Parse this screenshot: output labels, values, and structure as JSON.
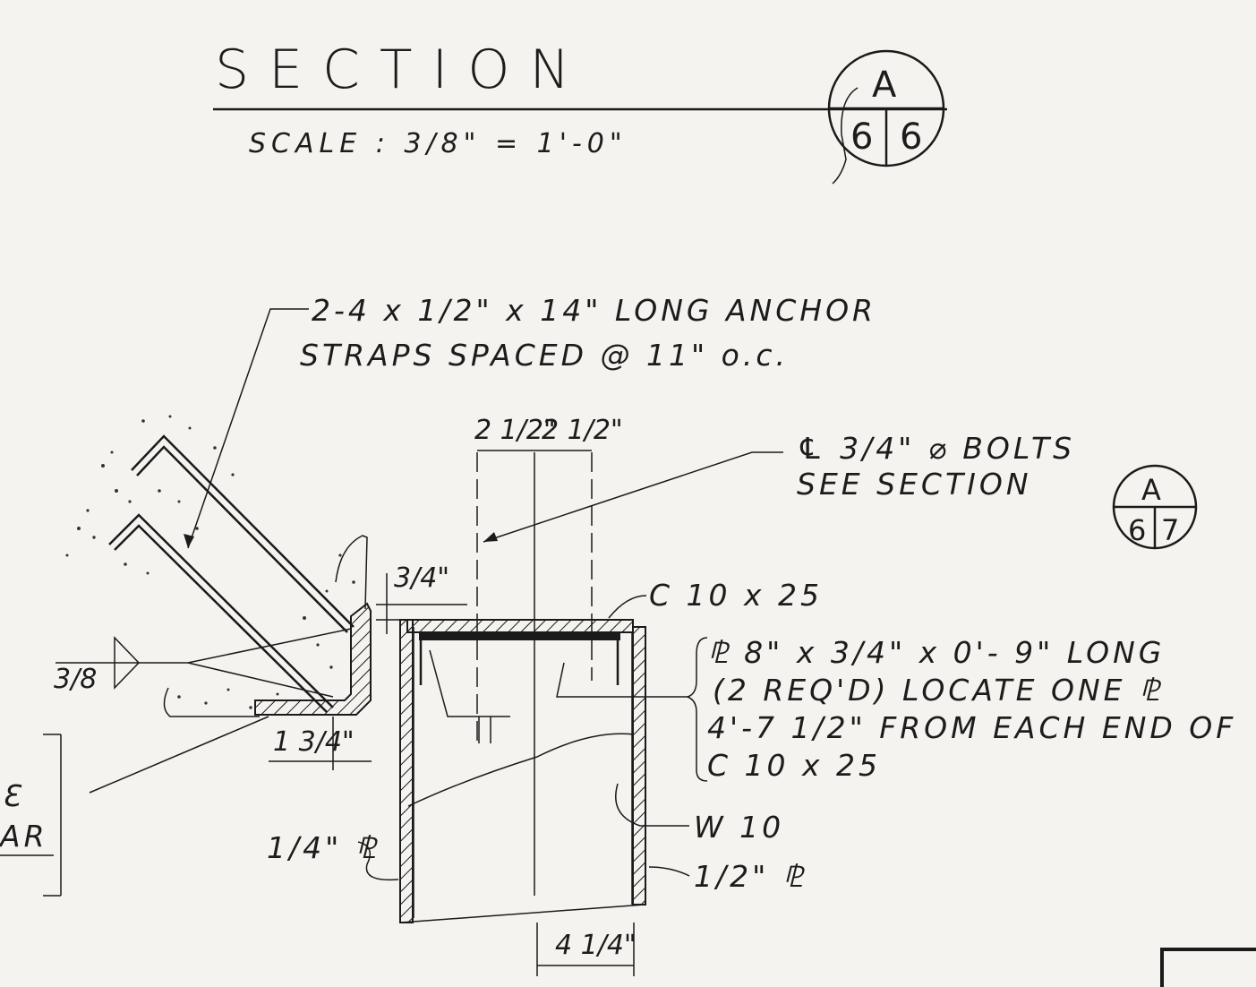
{
  "title": {
    "text": "SECTION",
    "scale": "SCALE : 3/8\" = 1'-0\""
  },
  "section_bubble_main": {
    "letter": "A",
    "left": "6",
    "right": "6"
  },
  "section_bubble_ref": {
    "letter": "A",
    "left": "6",
    "right": "7"
  },
  "notes": {
    "anchor_line1": "2-4 x 1/2\" x 14\" LONG ANCHOR",
    "anchor_line2": "STRAPS SPACED @ 11\" o.c.",
    "bolts_line1": "℄ 3/4\" ⌀ BOLTS",
    "bolts_line2": "SEE SECTION",
    "channel": "C 10 x 25",
    "plate_line1": "⅊ 8\" x 3/4\" x 0'- 9\" LONG",
    "plate_line2": "(2 REQ'D) LOCATE ONE ⅊",
    "plate_line3": "4'-7 1/2\" FROM EACH END OF",
    "plate_line4": "C 10 x 25",
    "beam": "W 10",
    "plate_quarter": "1/4\" ⅊",
    "plate_half": "1/2\" ⅊",
    "margin_top": "Ɛ",
    "margin_bottom": "AR"
  },
  "dimensions": {
    "bolt_left": "2 1/2\"",
    "bolt_right": "2 1/2\"",
    "angle_leg": "3/4\"",
    "weld": "3/8",
    "angle_offset": "1 3/4\"",
    "bottom_width": "4 1/4\""
  }
}
